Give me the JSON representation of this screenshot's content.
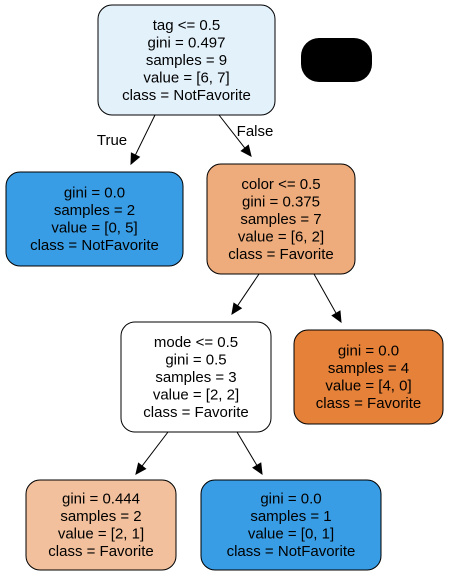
{
  "tree": {
    "nodes": [
      {
        "id": "n0",
        "lines": [
          "tag <= 0.5",
          "gini = 0.497",
          "samples = 9",
          "value = [6, 7]",
          "class = NotFavorite"
        ],
        "fill": "#e3f1fb"
      },
      {
        "id": "n1",
        "lines": [
          "gini = 0.0",
          "samples = 2",
          "value = [0, 5]",
          "class = NotFavorite"
        ],
        "fill": "#399de5"
      },
      {
        "id": "n2",
        "lines": [
          "color <= 0.5",
          "gini = 0.375",
          "samples = 7",
          "value = [6, 2]",
          "class = Favorite"
        ],
        "fill": "#eeab7b"
      },
      {
        "id": "n3",
        "lines": [
          "mode <= 0.5",
          "gini = 0.5",
          "samples = 3",
          "value = [2, 2]",
          "class = Favorite"
        ],
        "fill": "#ffffff"
      },
      {
        "id": "n4",
        "lines": [
          "gini = 0.0",
          "samples = 4",
          "value = [4, 0]",
          "class = Favorite"
        ],
        "fill": "#e58139"
      },
      {
        "id": "n5",
        "lines": [
          "gini = 0.444",
          "samples = 2",
          "value = [2, 1]",
          "class = Favorite"
        ],
        "fill": "#f2c09c"
      },
      {
        "id": "n6",
        "lines": [
          "gini = 0.0",
          "samples = 1",
          "value = [0, 1]",
          "class = NotFavorite"
        ],
        "fill": "#399de5"
      }
    ],
    "edges": [
      {
        "from": "n0",
        "to": "n1",
        "label": "True"
      },
      {
        "from": "n0",
        "to": "n2",
        "label": "False"
      },
      {
        "from": "n2",
        "to": "n3",
        "label": ""
      },
      {
        "from": "n2",
        "to": "n4",
        "label": ""
      },
      {
        "from": "n3",
        "to": "n5",
        "label": ""
      },
      {
        "from": "n3",
        "to": "n6",
        "label": ""
      }
    ],
    "redaction_color": "#000000"
  }
}
